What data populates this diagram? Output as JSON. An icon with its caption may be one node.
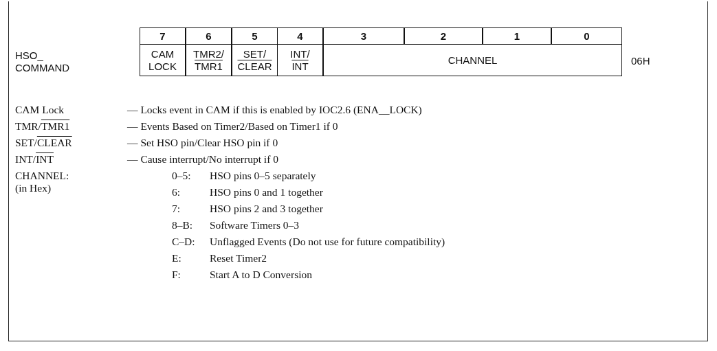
{
  "diagram": {
    "nodes": [
      {
        "text": [
          "7"
        ]
      },
      {
        "text": [
          "6"
        ]
      },
      {
        "text": [
          "5"
        ]
      },
      {
        "text": [
          "4"
        ]
      },
      {
        "text": [
          "3"
        ]
      },
      {
        "text": [
          "2"
        ]
      },
      {
        "text": [
          "1"
        ]
      },
      {
        "text": [
          "0"
        ]
      },
      {
        "text": [
          "CAM LOCK"
        ]
      },
      {
        "text": [
          "TMR2/ TMR1"
        ]
      },
      {
        "text": [
          "SET/ CLEAR"
        ]
      },
      {
        "text": [
          "INT/ INT"
        ]
      },
      {
        "text": [
          "CHANNEL"
        ]
      }
    ],
    "labels": [
      "HSO_ COMMAND",
      "06H",
      "CAM Lock",
      "— Locks event in CAM if this is enabled by IOC2.6 (ENA__LOCK)",
      "TMR/TMR1",
      "— Events Based on Timer2/Based on Timer1 if 0",
      "SET/CLEAR",
      "— Set HSO pin/Clear HSO pin if 0",
      "INT/INT",
      "— Cause interrupt/No interrupt if 0",
      "CHANNEL: (in Hex)",
      "0–5:",
      "HSO pins 0–5 separately",
      "6:",
      "HSO pins 0 and 1 together",
      "7:",
      "HSO pins 2 and 3 together",
      "8–B:",
      "Software Timers 0–3",
      "C–D:",
      "Unflagged Events (Do not use for future compatibility)",
      "E:",
      "Reset Timer2",
      "F:",
      "Start A to D Conversion"
    ]
  }
}
